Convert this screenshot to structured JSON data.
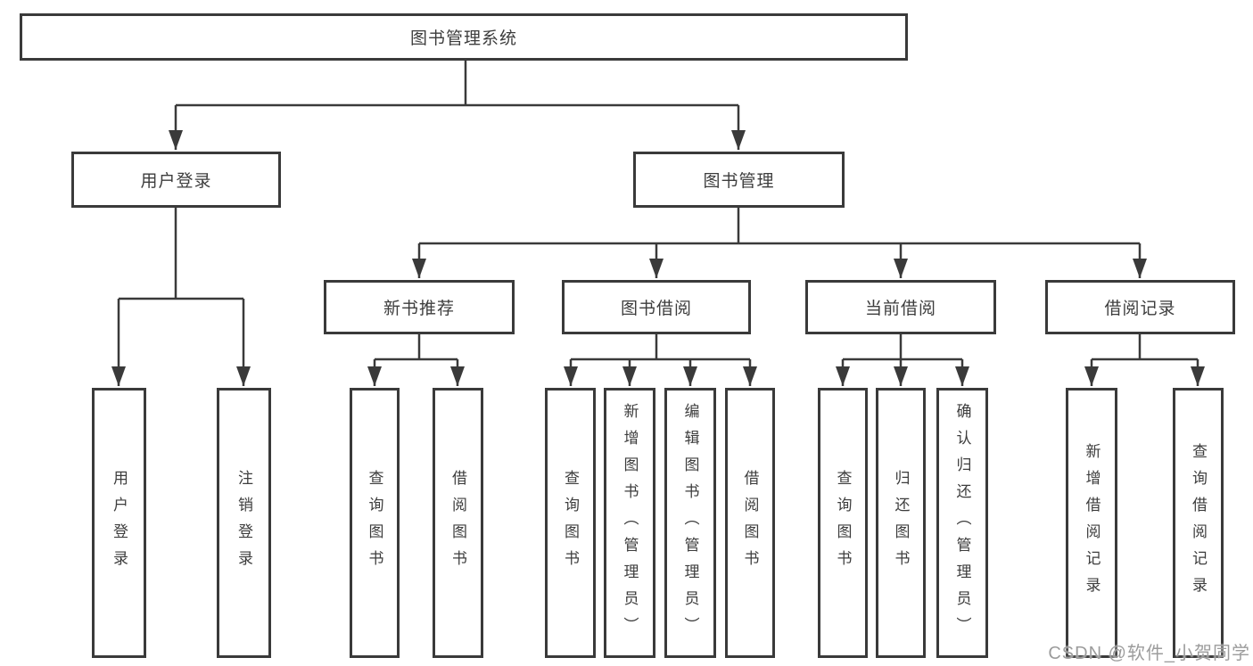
{
  "tree": {
    "label": "图书管理系统",
    "children": [
      {
        "label": "用户登录",
        "children": [
          {
            "label": "用户登录"
          },
          {
            "label": "注销登录"
          }
        ]
      },
      {
        "label": "图书管理",
        "children": [
          {
            "label": "新书推荐",
            "children": [
              {
                "label": "查询图书"
              },
              {
                "label": "借阅图书"
              }
            ]
          },
          {
            "label": "图书借阅",
            "children": [
              {
                "label": "查询图书"
              },
              {
                "label": "新增图书（管理员）"
              },
              {
                "label": "编辑图书（管理员）"
              },
              {
                "label": "借阅图书"
              }
            ]
          },
          {
            "label": "当前借阅",
            "children": [
              {
                "label": "查询图书"
              },
              {
                "label": "归还图书"
              },
              {
                "label": "确认归还（管理员）"
              }
            ]
          },
          {
            "label": "借阅记录",
            "children": [
              {
                "label": "新增借阅记录"
              },
              {
                "label": "查询借阅记录"
              }
            ]
          }
        ]
      }
    ]
  },
  "watermark": "CSDN @软件_小贺同学",
  "colors": {
    "line": "#3a3a3a",
    "box_border": "#3a3a3a",
    "text": "#3d3d3d",
    "watermark": "#9c9c9c",
    "background": "#ffffff"
  }
}
